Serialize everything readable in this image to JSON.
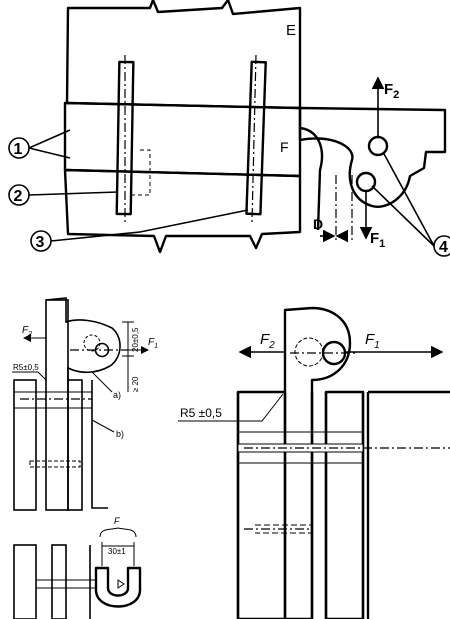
{
  "top_figure": {
    "callouts": [
      "1",
      "2",
      "3",
      "4"
    ],
    "force_labels": {
      "f1": "F",
      "f1_sub": "1",
      "f2": "F",
      "f2_sub": "2",
      "gap": "D"
    }
  },
  "bottom_left_figure": {
    "force_labels": {
      "f1": "F",
      "f1_sub": "1",
      "f2": "F",
      "f2_sub": "2"
    },
    "dims": {
      "vertical_top": "20±0,5",
      "vertical_bottom": "≥ 20",
      "radius": "R5±0,5",
      "width": "30±1",
      "top_brace": "F"
    },
    "notes": [
      "a)",
      "b)"
    ]
  },
  "bottom_right_figure": {
    "force_labels": {
      "f1": "F",
      "f1_sub": "1",
      "f2": "F",
      "f2_sub": "2"
    },
    "radius": "R5 ±0,5"
  }
}
